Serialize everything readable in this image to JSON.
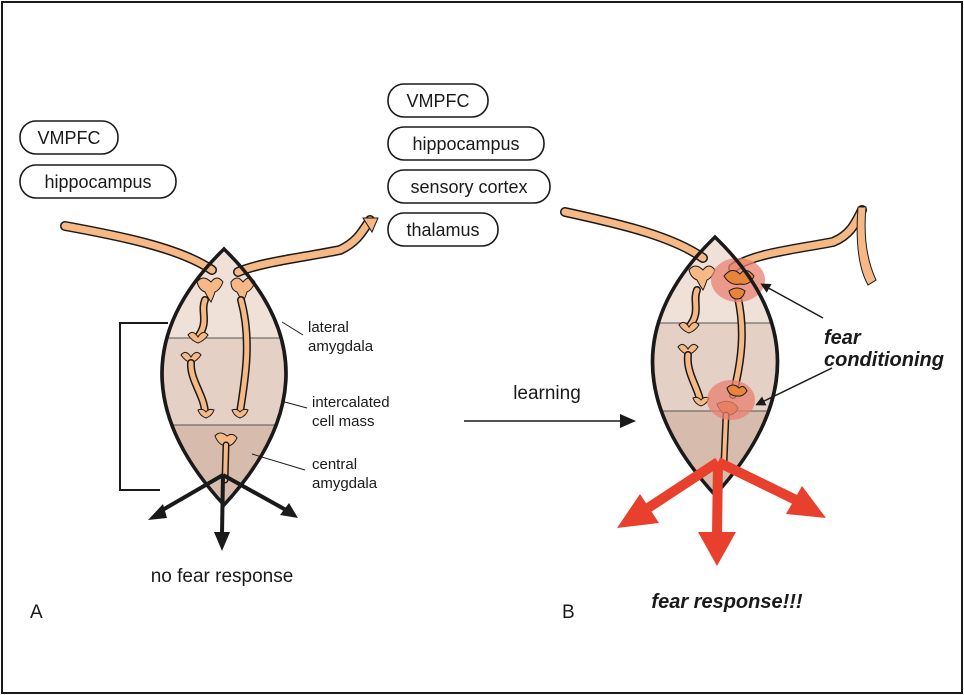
{
  "panel_a": {
    "inputs": [
      "VMPFC",
      "hippocampus"
    ],
    "labels": {
      "lateral": [
        "lateral",
        "amygdala"
      ],
      "intercalated": [
        "intercalated",
        "cell mass"
      ],
      "central": [
        "central",
        "amygdala"
      ]
    },
    "caption": "no fear response",
    "letter": "A"
  },
  "panel_b": {
    "inputs": [
      "VMPFC",
      "hippocampus",
      "sensory cortex",
      "thalamus"
    ],
    "annotation": [
      "fear",
      "conditioning"
    ],
    "caption": "fear response!!!",
    "letter": "B"
  },
  "transition_label": "learning",
  "colors": {
    "neuron": "#f6b884",
    "lateral_region": "#efe1d8",
    "intercalated_region": "#e4d0c4",
    "central_region": "#d7bcad",
    "response_arrow": "#e8402c",
    "highlight": "#e88070"
  }
}
